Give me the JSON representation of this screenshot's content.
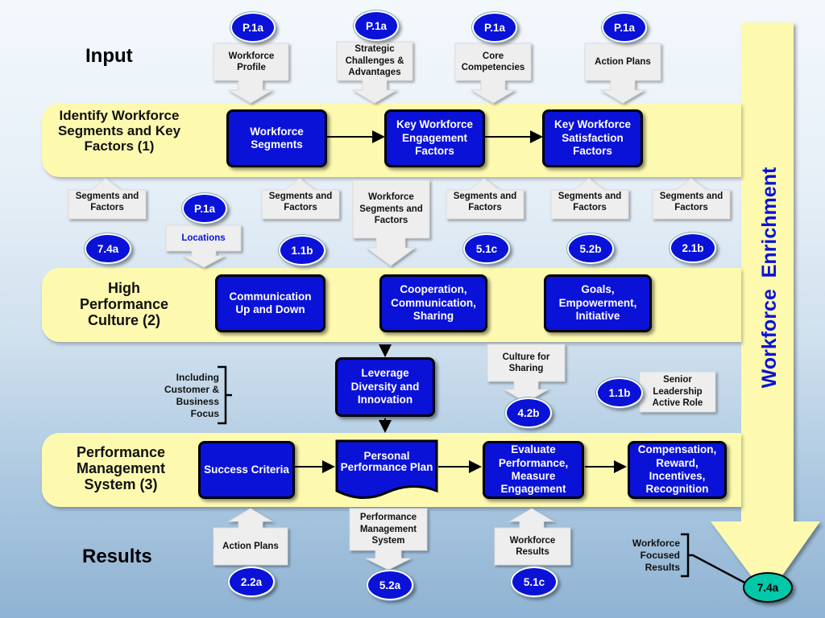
{
  "headings": {
    "input": "Input",
    "results": "Results"
  },
  "enrichment_label": "Workforce  Enrichment",
  "bands": {
    "identify": "Identify Workforce Segments and Key Factors (1)",
    "culture": "High Performance Culture (2)",
    "pms": "Performance Management System (3)"
  },
  "process_boxes": {
    "workforce_segments": "Workforce Segments",
    "engagement_factors": "Key Workforce Engagement Factors",
    "satisfaction_factors": "Key Workforce Satisfaction Factors",
    "communication": "Communication Up and Down",
    "cooperation": "Cooperation, Communication, Sharing",
    "goals": "Goals, Empowerment, Initiative",
    "leverage": "Leverage Diversity and Innovation",
    "success": "Success Criteria",
    "personal_plan": "Personal Performance Plan",
    "evaluate": "Evaluate Performance, Measure Engagement",
    "compensation": "Compensation, Reward, Incentives, Recognition"
  },
  "callouts": {
    "workforce_profile": "Workforce Profile",
    "strategic": "Strategic Challenges & Advantages",
    "core": "Core Competencies",
    "action_plans_top": "Action Plans",
    "seg_1": "Segments and Factors",
    "locations": "Locations",
    "seg_2": "Segments and Factors",
    "seg_center": "Workforce Segments and Factors",
    "seg_3": "Segments and Factors",
    "seg_4": "Segments and Factors",
    "seg_5": "Segments and Factors",
    "culture_sharing": "Culture for Sharing",
    "senior": "Senior Leadership Active Role",
    "action_plans_bottom": "Action Plans",
    "pms_system": "Performance Management System",
    "workforce_results": "Workforce Results"
  },
  "ovals": {
    "p1a_1": "P.1a",
    "p1a_2": "P.1a",
    "p1a_3": "P.1a",
    "p1a_4": "P.1a",
    "c74a": "7.4a",
    "p1a_loc": "P.1a",
    "c11b": "1.1b",
    "c51c": "5.1c",
    "c52b": "5.2b",
    "c21b": "2.1b",
    "c42b": "4.2b",
    "c11b_2": "1.1b",
    "c22a": "2.2a",
    "c52a": "5.2a",
    "c51c_2": "5.1c",
    "c74a_2": "7.4a"
  },
  "notes": {
    "including": "Including Customer & Business Focus",
    "focused": "Workforce Focused Results"
  },
  "colors": {
    "process_blue": "#0a12d8",
    "band_yellow": "#fdfab0",
    "enrichment_arrow": "#fdfab0",
    "oval_teal": "#00c8a8",
    "label_blue": "#0a12d8"
  }
}
